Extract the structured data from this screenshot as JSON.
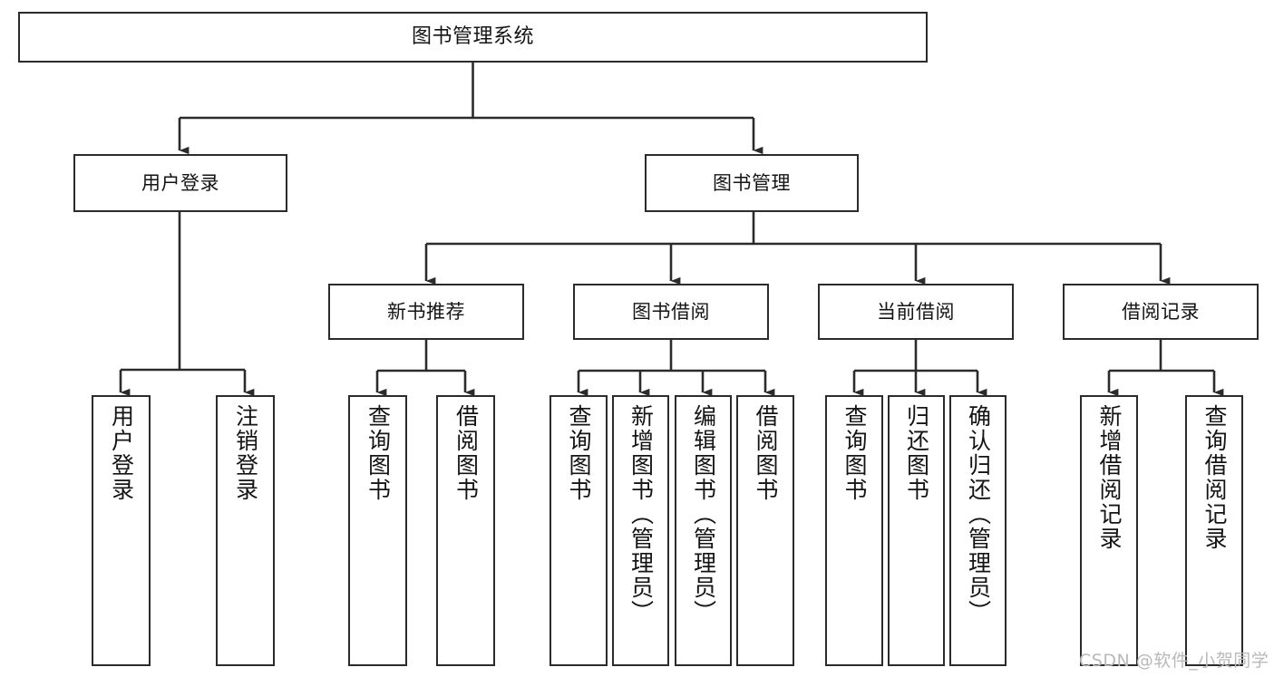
{
  "diagram": {
    "title": "图书管理系统",
    "type": "tree-hierarchy-chart",
    "colors": {
      "box_border": "#2b2b2b",
      "box_fill": "#ffffff",
      "connector": "#2b2b2b",
      "text": "#141414",
      "watermark": "#b9b9b9",
      "background": "#ffffff"
    }
  },
  "root": {
    "label": "图书管理系统"
  },
  "level2": [
    {
      "label": "用户登录"
    },
    {
      "label": "图书管理"
    }
  ],
  "level3": [
    {
      "label": "新书推荐"
    },
    {
      "label": "图书借阅"
    },
    {
      "label": "当前借阅"
    },
    {
      "label": "借阅记录"
    }
  ],
  "leaves": {
    "user_login": [
      {
        "label": "用户登录"
      },
      {
        "label": "注销登录"
      }
    ],
    "new_book_recommend": [
      {
        "label": "查询图书"
      },
      {
        "label": "借阅图书"
      }
    ],
    "book_borrow": [
      {
        "label": "查询图书"
      },
      {
        "label": "新增图书（管理员）"
      },
      {
        "label": "编辑图书（管理员）"
      },
      {
        "label": "借阅图书"
      }
    ],
    "current_borrow": [
      {
        "label": "查询图书"
      },
      {
        "label": "归还图书"
      },
      {
        "label": "确认归还（管理员）"
      }
    ],
    "borrow_record": [
      {
        "label": "新增借阅记录"
      },
      {
        "label": "查询借阅记录"
      }
    ]
  },
  "watermark": {
    "text": "CSDN @软件_小贺同学"
  }
}
